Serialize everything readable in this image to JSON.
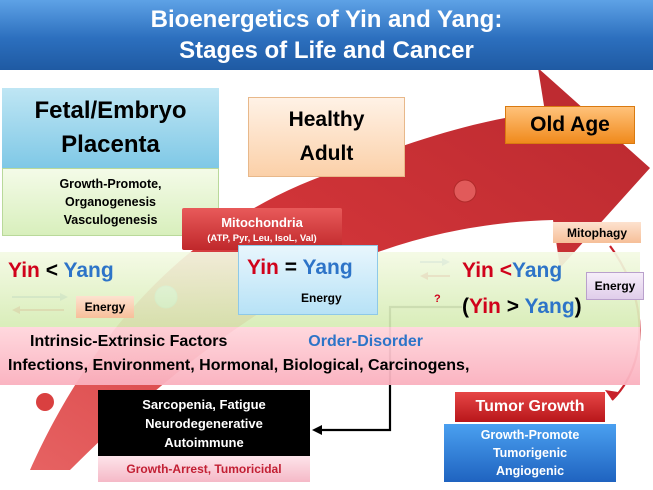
{
  "title": {
    "line1": "Bioenergetics of Yin and Yang:",
    "line2": "Stages of Life and Cancer"
  },
  "stages": {
    "fetal": {
      "line1": "Fetal/Embryo",
      "line2": "Placenta"
    },
    "fetal_traits": [
      "Growth-Promote,",
      "Organogenesis",
      "Vasculogenesis"
    ],
    "healthy": {
      "line1": "Healthy",
      "line2": "Adult"
    },
    "old_age": "Old Age"
  },
  "mitochondria": {
    "label": "Mitochondria",
    "detail": "(ATP, Pyr, Leu, IsoL, Val)"
  },
  "mitophagy": "Mitophagy",
  "yin_yang": {
    "yin": "Yin",
    "yang": "Yang",
    "lt": "<",
    "gt": ">",
    "eq": "=",
    "open_paren": "(",
    "close_paren": ")",
    "question": "?",
    "energy": "Energy"
  },
  "factors": {
    "intrinsic": "Intrinsic-Extrinsic Factors",
    "order": "Order-Disorder",
    "line2": "Infections, Environment, Hormonal, Biological, Carcinogens,"
  },
  "outcomes": {
    "aging_conditions": [
      "Sarcopenia, Fatigue",
      "Neurodegenerative",
      "Autoimmune"
    ],
    "growth_arrest": "Growth-Arrest, Tumoricidal",
    "tumor_growth": "Tumor Growth",
    "tumor_traits": [
      "Growth-Promote",
      "Tumorigenic",
      "Angiogenic"
    ]
  },
  "colors": {
    "title_blue": "#2c6fbe",
    "yin_red": "#d0021b",
    "yang_blue": "#2d74c8",
    "big_arrow_red": "#c8202a"
  }
}
